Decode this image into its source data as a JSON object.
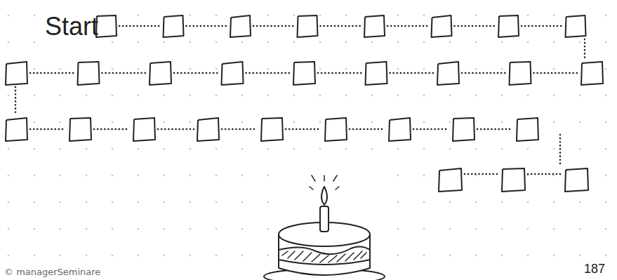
{
  "diagram": {
    "labels": [
      "Start",
      "© managerSeminare",
      "187"
    ]
  }
}
